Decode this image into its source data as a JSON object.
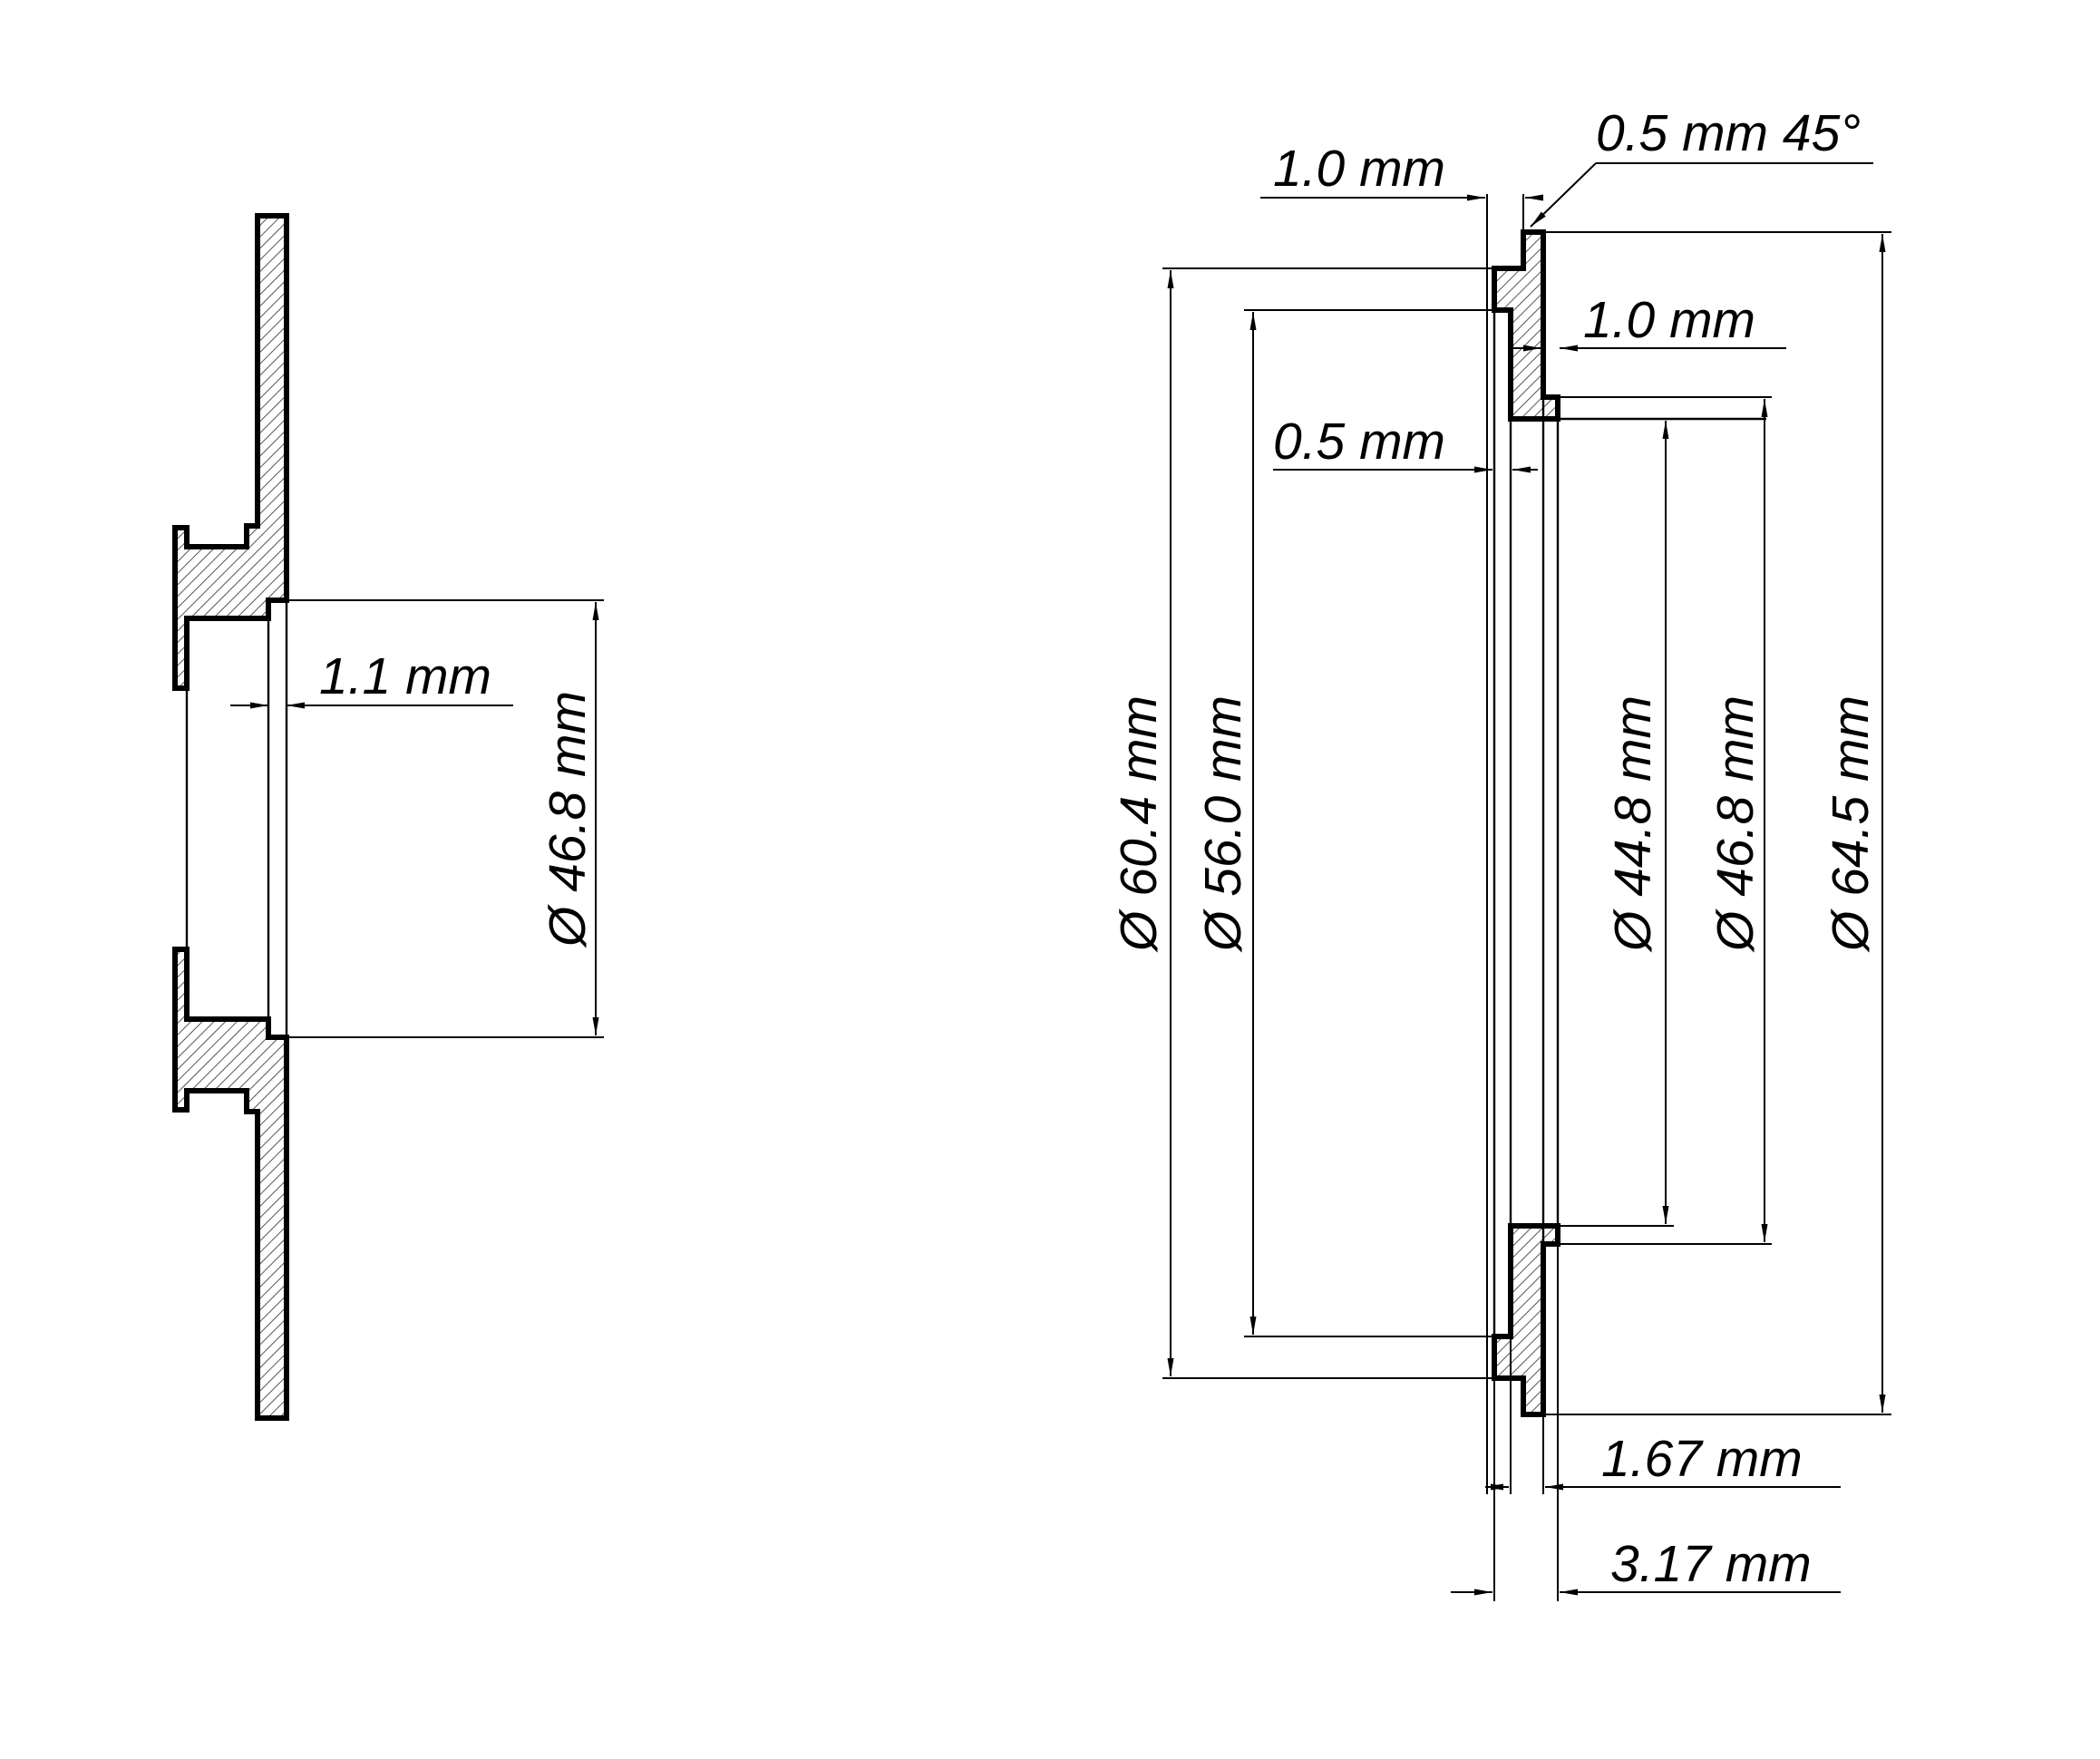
{
  "colors": {
    "stroke": "#000000",
    "hatch": "#555555",
    "background": "#ffffff"
  },
  "left_view": {
    "dims": {
      "wall": "1.1 mm",
      "bore": "Ø 46.8 mm"
    }
  },
  "right_view": {
    "dims": {
      "chamfer": "0.5 mm 45°",
      "lip_thickness": "1.0 mm",
      "step_depth": "1.0 mm",
      "face_offset": "0.5 mm",
      "outer_recess": "Ø 60.4 mm",
      "inner_recess": "Ø 56.0 mm",
      "bore_small": "Ø 44.8 mm",
      "bore_large": "Ø 46.8 mm",
      "outer": "Ø 64.5 mm",
      "flange_width": "1.67 mm",
      "total_width": "3.17 mm"
    }
  }
}
